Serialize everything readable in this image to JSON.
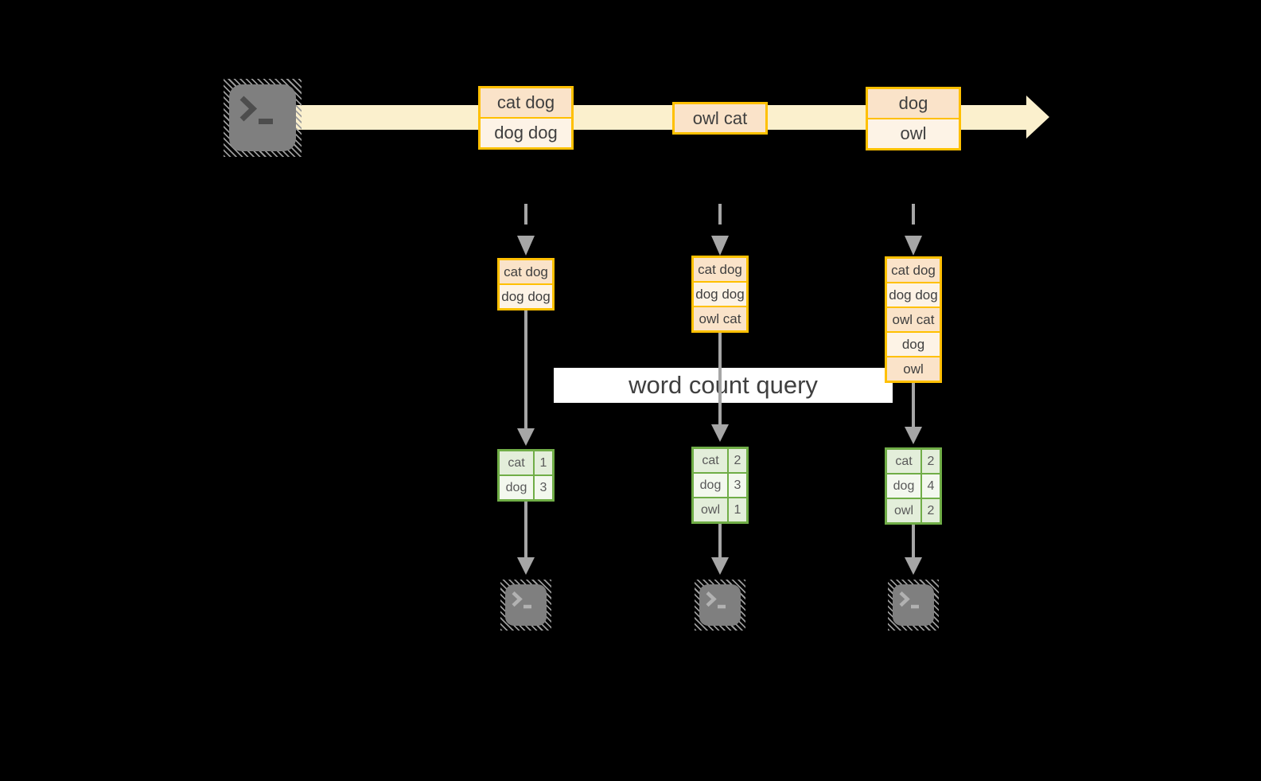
{
  "banner": {
    "label": "word count query"
  },
  "stream": {
    "messages": [
      {
        "lines": [
          "cat dog",
          "dog dog"
        ]
      },
      {
        "lines": [
          "owl cat"
        ]
      },
      {
        "lines": [
          "dog",
          "owl"
        ]
      }
    ]
  },
  "partitions": [
    {
      "buffered_messages": [
        "cat dog",
        "dog dog"
      ],
      "word_counts": [
        {
          "word": "cat",
          "count": "1"
        },
        {
          "word": "dog",
          "count": "3"
        }
      ]
    },
    {
      "buffered_messages": [
        "cat dog",
        "dog dog",
        "owl cat"
      ],
      "word_counts": [
        {
          "word": "cat",
          "count": "2"
        },
        {
          "word": "dog",
          "count": "3"
        },
        {
          "word": "owl",
          "count": "1"
        }
      ]
    },
    {
      "buffered_messages": [
        "cat dog",
        "dog dog",
        "owl cat",
        "dog",
        "owl"
      ],
      "word_counts": [
        {
          "word": "cat",
          "count": "2"
        },
        {
          "word": "dog",
          "count": "4"
        },
        {
          "word": "owl",
          "count": "2"
        }
      ]
    }
  ],
  "icons": {
    "producer": "terminal-prompt-icon",
    "consumers": [
      "terminal-prompt-icon",
      "terminal-prompt-icon",
      "terminal-prompt-icon"
    ]
  },
  "colors": {
    "background": "#000000",
    "gold-border": "#FFC000",
    "tint-dark": "#FAE3C9",
    "tint-light": "#FDF3E6",
    "stream-cream": "#FBF0CD",
    "green-border": "#70AD47",
    "green-dark": "#E3EEDA",
    "green-light": "#F3F8EE",
    "arrow-gray": "#A6A6A6",
    "terminal-gray": "#7F7F7F",
    "glyph-dark": "#4D4D4D",
    "glyph-light": "#B2B2B2",
    "text-dark": "#3F3F3F",
    "text-cell": "#595959",
    "hatch-gray": "#9A9A9A"
  }
}
